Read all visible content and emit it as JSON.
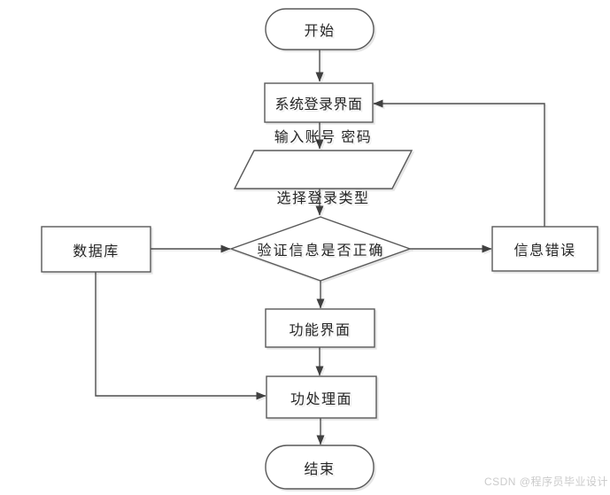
{
  "flowchart": {
    "nodes": {
      "start": {
        "type": "terminator",
        "label": "开始"
      },
      "login": {
        "type": "process",
        "label": "系统登录界面"
      },
      "input": {
        "type": "input-output",
        "line1": "输入账号 密码",
        "line2": "选择登录类型"
      },
      "verify": {
        "type": "decision",
        "label": "验证信息是否正确"
      },
      "database": {
        "type": "process",
        "label": "数据库"
      },
      "error": {
        "type": "process",
        "label": "信息错误"
      },
      "function_ui": {
        "type": "process",
        "label": "功能界面"
      },
      "processing": {
        "type": "process",
        "label": "功处理面"
      },
      "end": {
        "type": "terminator",
        "label": "结束"
      }
    },
    "edges": [
      {
        "from": "start",
        "to": "login"
      },
      {
        "from": "login",
        "to": "input"
      },
      {
        "from": "input",
        "to": "verify"
      },
      {
        "from": "database",
        "to": "verify"
      },
      {
        "from": "verify",
        "to": "error"
      },
      {
        "from": "error",
        "to": "login"
      },
      {
        "from": "verify",
        "to": "function_ui"
      },
      {
        "from": "function_ui",
        "to": "processing"
      },
      {
        "from": "database",
        "to": "processing"
      },
      {
        "from": "processing",
        "to": "end"
      }
    ],
    "colors": {
      "background": "#ffffff",
      "shape_fill": "#ffffff",
      "shape_border": "#595959",
      "edge_line": "#4d4d4d",
      "arrowhead": "#404040",
      "text": "#262626",
      "watermark_text": "#cbcbcb"
    }
  },
  "watermark": {
    "text": "CSDN @程序员毕业设计"
  }
}
